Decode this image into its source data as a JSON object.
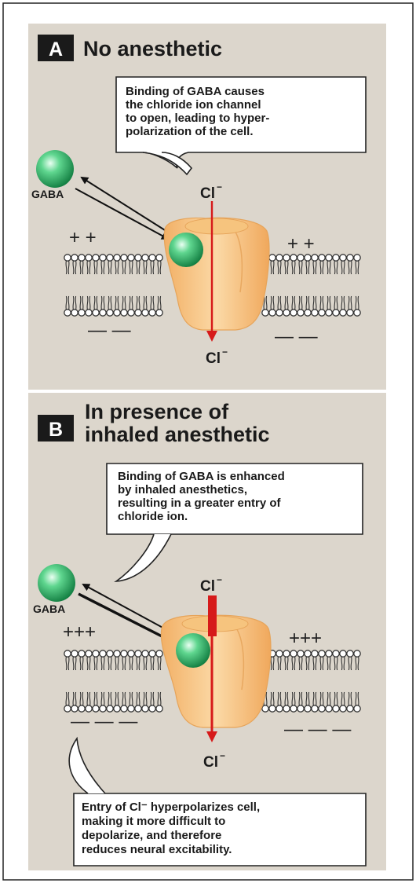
{
  "panel_a": {
    "badge": "A",
    "title": "No anesthetic",
    "callout_lines": [
      "Binding of GABA causes",
      "the chloride ion channel",
      "to open, leading to hyper-",
      "polarization of the cell."
    ],
    "gaba_label": "GABA",
    "ion_top": "Cl",
    "ion_top_sup": "−",
    "ion_bottom": "Cl",
    "ion_bottom_sup": "−",
    "charge_left_top": "+ +",
    "charge_right_top": "+ +",
    "charge_left_bottom": "— —",
    "charge_right_bottom": "— —"
  },
  "panel_b": {
    "badge": "B",
    "title_lines": [
      "In presence of",
      "inhaled anesthetic"
    ],
    "callout_lines": [
      "Binding of GABA is enhanced",
      "by inhaled anesthetics,",
      "resulting in a greater entry of",
      "chloride ion."
    ],
    "gaba_label": "GABA",
    "ion_top": "Cl",
    "ion_top_sup": "−",
    "ion_bottom": "Cl",
    "ion_bottom_sup": "−",
    "charge_left_top": "+++",
    "charge_right_top": "+++",
    "charge_left_bottom": "— — —",
    "charge_right_bottom": "— — —",
    "bottom_callout_lines": [
      "Entry of Cl⁻ hyperpolarizes cell,",
      "making it more difficult to",
      "depolarize, and therefore",
      "reduces neural excitability."
    ]
  },
  "colors": {
    "panel_bg": "#dcd6cc",
    "channel": "#f7c889",
    "gaba": "#1fa35c",
    "ion_arrow": "#d61a1a"
  }
}
